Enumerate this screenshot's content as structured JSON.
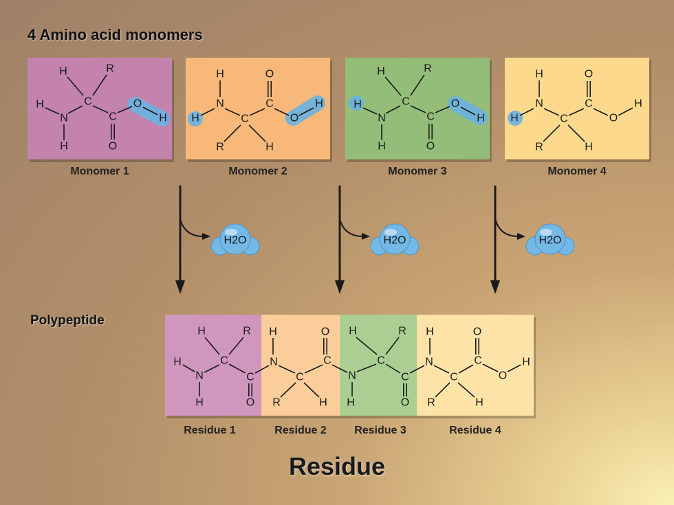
{
  "heading": "4 Amino acid monomers",
  "monomers": [
    {
      "label": "Monomer 1",
      "color": "#c383ad"
    },
    {
      "label": "Monomer 2",
      "color": "#f8b87a"
    },
    {
      "label": "Monomer 3",
      "color": "#93bd78"
    },
    {
      "label": "Monomer 4",
      "color": "#fcd98c"
    }
  ],
  "water_label": "H2O",
  "polypeptide_label": "Polypeptide",
  "residues": [
    {
      "label": "Residue 1",
      "color": "#cf97bd"
    },
    {
      "label": "Residue 2",
      "color": "#fbcd9a"
    },
    {
      "label": "Residue 3",
      "color": "#abce92"
    },
    {
      "label": "Residue 4",
      "color": "#fde3a8"
    }
  ],
  "caption": "Residue",
  "highlight_color": "#6ab2e2"
}
